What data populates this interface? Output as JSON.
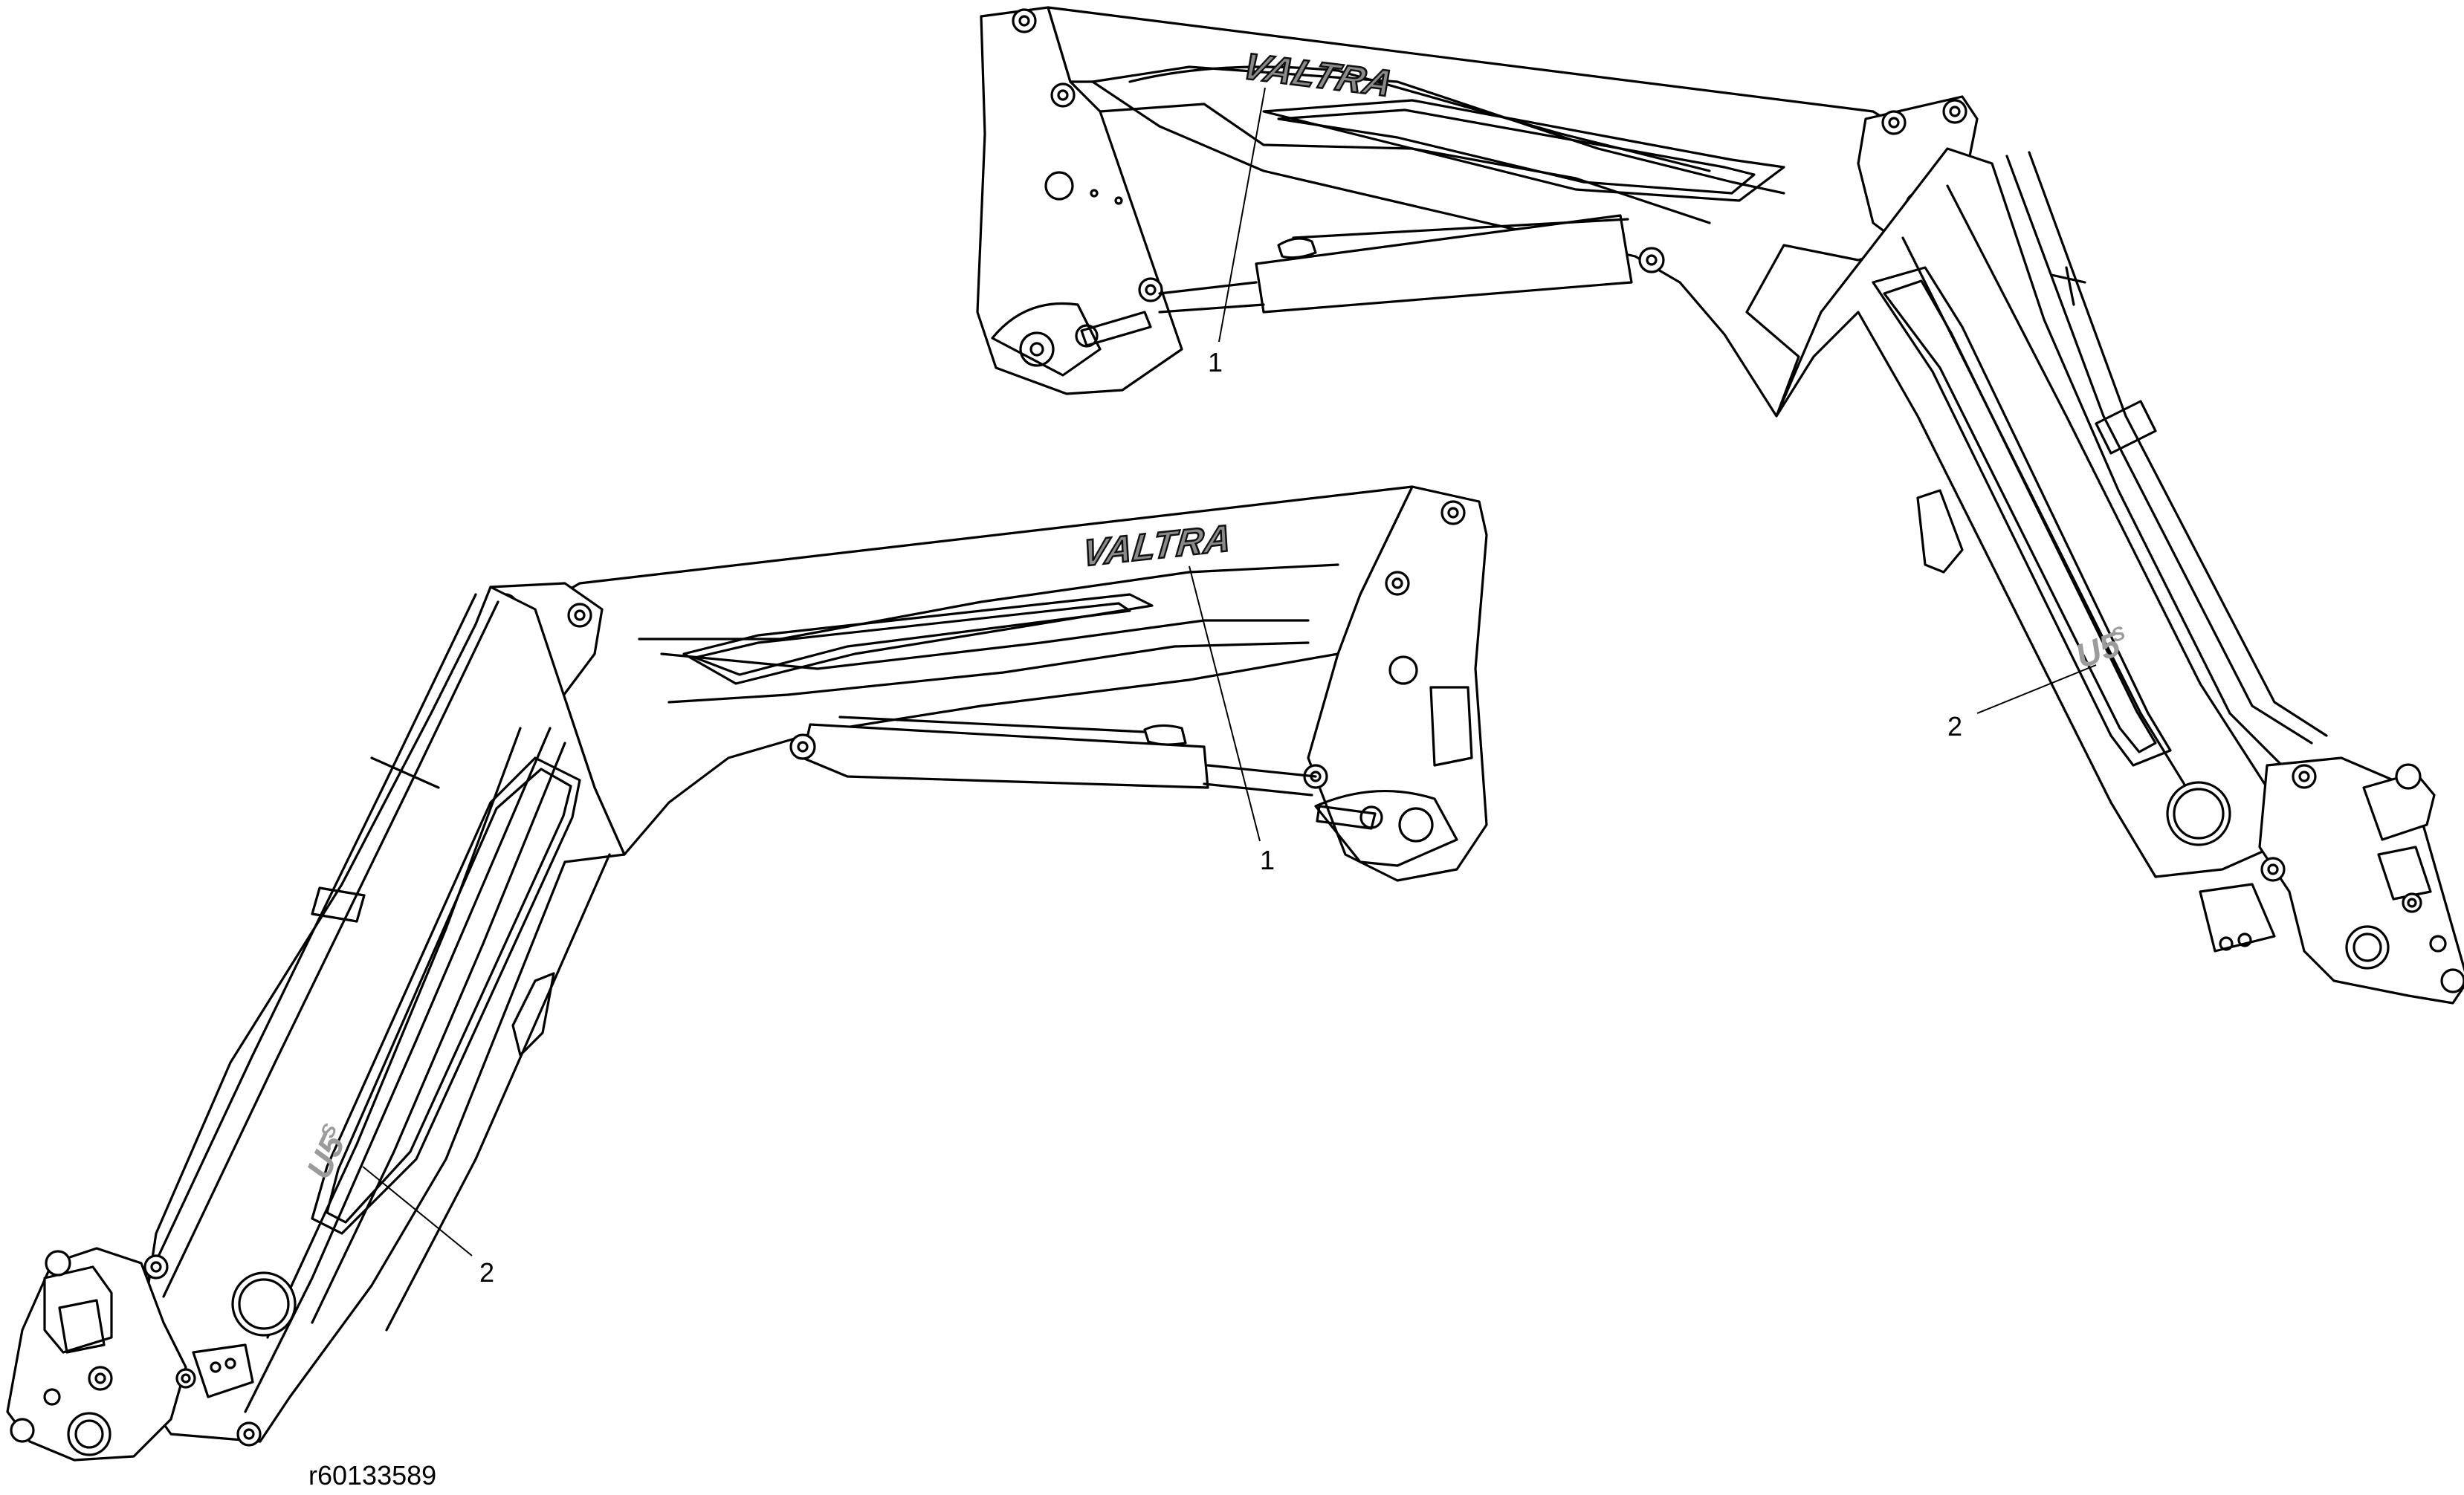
{
  "figure": {
    "id": "r60133589"
  },
  "callouts": [
    {
      "label": "1",
      "target": "VALTRA decal (upper loader)"
    },
    {
      "label": "1",
      "target": "VALTRA decal (lower loader)"
    },
    {
      "label": "2",
      "target": "U5S decal (upper loader)"
    },
    {
      "label": "2",
      "target": "U5S decal (lower loader)"
    }
  ],
  "decals": {
    "brand": "VALTRA",
    "model_main": "U5",
    "model_sup": "S"
  },
  "colors": {
    "line": "#000000",
    "decal_gray": "#8a8a8a",
    "background": "#ffffff"
  }
}
